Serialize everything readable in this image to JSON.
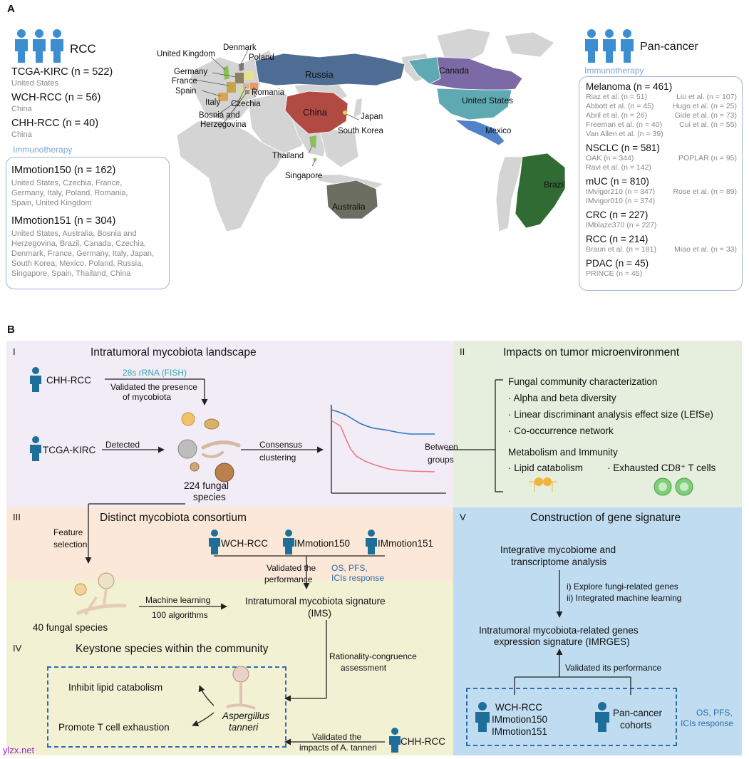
{
  "panelA": {
    "letter": "A",
    "left": {
      "group": "RCC",
      "cohorts": [
        {
          "name": "TCGA-KIRC (n = 522)",
          "country": "United States"
        },
        {
          "name": "WCH-RCC (n = 56)",
          "country": "China"
        },
        {
          "name": "CHH-RCC (n = 40)",
          "country": "China"
        }
      ],
      "immunotherapy_label": "Immunotherapy",
      "immuno_cohorts": [
        {
          "name": "IMmotion150 (n = 162)",
          "countries": [
            "United States, Czechia, France,",
            "Germany, Italy, Poland, Romania,",
            "Spain, United Kingdom"
          ]
        },
        {
          "name": "IMmotion151 (n = 304)",
          "countries": [
            "United States, Australia, Bosnia and",
            "Herzegovina, Brazil, Canada, Czechia,",
            "Denmark, France, Germany, Italy, Japan,",
            "South Korea, Mexico, Poland, Russia,",
            "Singapore, Spain, Thailand, China"
          ]
        }
      ]
    },
    "right": {
      "group": "Pan-cancer",
      "immunotherapy_label": "Immunotherapy",
      "cancers": [
        {
          "name": "Melanoma (n = 461)",
          "rows": [
            [
              "Riaz et al. (n = 51)",
              "Liu et al. (n = 107)"
            ],
            [
              "Abbott et al. (n = 45)",
              "Hugo et al. (n = 25)"
            ],
            [
              "Abril et al. (n = 26)",
              "Gide et al. (n = 73)"
            ],
            [
              "Freeman et al. (n = 40)",
              "Cui et al. (n = 55)"
            ],
            [
              "Van Allen et al. (n = 39)",
              ""
            ]
          ]
        },
        {
          "name": "NSCLC (n = 581)",
          "rows": [
            [
              "OAK (n = 344)",
              "POPLAR (n = 95)"
            ],
            [
              "Ravi et al. (n = 142)",
              ""
            ]
          ]
        },
        {
          "name": "mUC (n = 810)",
          "rows": [
            [
              "IMvigor210 (n = 347)",
              "Rose et al. (n = 89)"
            ],
            [
              "IMvigor010 (n = 374)",
              ""
            ]
          ]
        },
        {
          "name": "CRC (n = 227)",
          "rows": [
            [
              "IMblaze370 (n = 227)",
              ""
            ]
          ]
        },
        {
          "name": "RCC (n = 214)",
          "rows": [
            [
              "Braun et al. (n = 181)",
              "Miao et al. (n = 33)"
            ]
          ]
        },
        {
          "name": "PDAC (n = 45)",
          "rows": [
            [
              "PRINCE (n = 45)",
              ""
            ]
          ]
        }
      ]
    },
    "map_labels": {
      "uk": "United Kingdom",
      "denmark": "Denmark",
      "poland": "Poland",
      "germany": "Germany",
      "france": "France",
      "spain": "Spain",
      "italy": "Italy",
      "bosnia": "Bosnia and",
      "herzegovina": "Herzegovina",
      "czechia": "Czechia",
      "romania": "Romania",
      "russia": "Russia",
      "china": "China",
      "japan": "Japan",
      "skorea": "South Korea",
      "thailand": "Thailand",
      "singapore": "Singapore",
      "australia": "Australia",
      "canada": "Canada",
      "us": "United States",
      "mexico": "Mexico",
      "brazil": "Brazil"
    },
    "colors": {
      "person": "#3b8ed0",
      "russia": "#4f6c94",
      "china": "#b24a44",
      "canada": "#7b6aa6",
      "us": "#5fa9b3",
      "mexico": "#4f82c8",
      "brazil": "#2f6b32",
      "australia": "#6b6e60"
    }
  },
  "panelB": {
    "letter": "B",
    "I": {
      "roman": "I",
      "title": "Intratumoral mycobiota landscape",
      "chh": "CHH-RCC",
      "fish": "28s rRNA (FISH)",
      "validated1": "Validated the presence",
      "validated2": "of mycobiota",
      "tcga": "TCGA-KIRC",
      "detected": "Detected",
      "consensus1": "Consensus",
      "consensus2": "clustering",
      "species1": "224 fungal",
      "species2": "species",
      "between1": "Between",
      "between2": "groups"
    },
    "II": {
      "roman": "II",
      "title": "Impacts on tumor microenvironment",
      "fcc": "Fungal community characterization",
      "items": [
        "· Alpha and beta diversity",
        "· Linear discriminant analysis effect size (LEfSe)",
        "· Co-occurrence network"
      ],
      "meta": "Metabolism and Immunity",
      "lipid": "· Lipid catabolism",
      "exhausted": "· Exhausted CD8⁺ T cells"
    },
    "III": {
      "roman": "III",
      "title": "Distinct mycobiota consortium",
      "feature1": "Feature",
      "feature2": "selection",
      "wch": "WCH-RCC",
      "im150": "IMmotion150",
      "im151": "IMmotion151",
      "valid1": "Validated the",
      "valid2": "performance",
      "os1": "OS, PFS,",
      "os2": "ICIs response",
      "ml": "Machine learning",
      "algos": "100 algorithms",
      "ims1": "Intratumoral mycobiota signature",
      "ims2": "(IMS)",
      "species40": "40 fungal species"
    },
    "IV": {
      "roman": "IV",
      "title": "Keystone species within the community",
      "inhibit": "Inhibit lipid catabolism",
      "promote": "Promote T cell exhaustion",
      "asp1": "Aspergillus",
      "asp2": "tanneri",
      "rat1": "Rationality-congruence",
      "rat2": "assessment",
      "vimp1": "Validated the",
      "vimp2": "impacts of A. tanneri",
      "chh": "CHH-RCC"
    },
    "V": {
      "roman": "V",
      "title": "Construction of gene signature",
      "int1": "Integrative mycobiome and",
      "int2": "transcriptome analysis",
      "step1": "i) Explore fungi-related genes",
      "step2": "ii) Integrated machine learning",
      "imr1": "Intratumoral mycobiota-related genes",
      "imr2": "expression signature (IMRGES)",
      "vperf": "Validated its performance",
      "wch": "WCH-RCC",
      "im150": "IMmotion150",
      "im151": "IMmotion151",
      "pan1": "Pan-cancer",
      "pan2": "cohorts",
      "os1": "OS, PFS,",
      "os2": "ICIs response"
    },
    "colors": {
      "I": "#f1ecf6",
      "II": "#e6eedd",
      "III": "#fbe8d8",
      "IV": "#f3f1d4",
      "V": "#c0dcf0",
      "blue": "#2a76c4",
      "red": "#ee7b82",
      "dash": "#2d6bb5"
    }
  },
  "watermark": "ylzx.net"
}
